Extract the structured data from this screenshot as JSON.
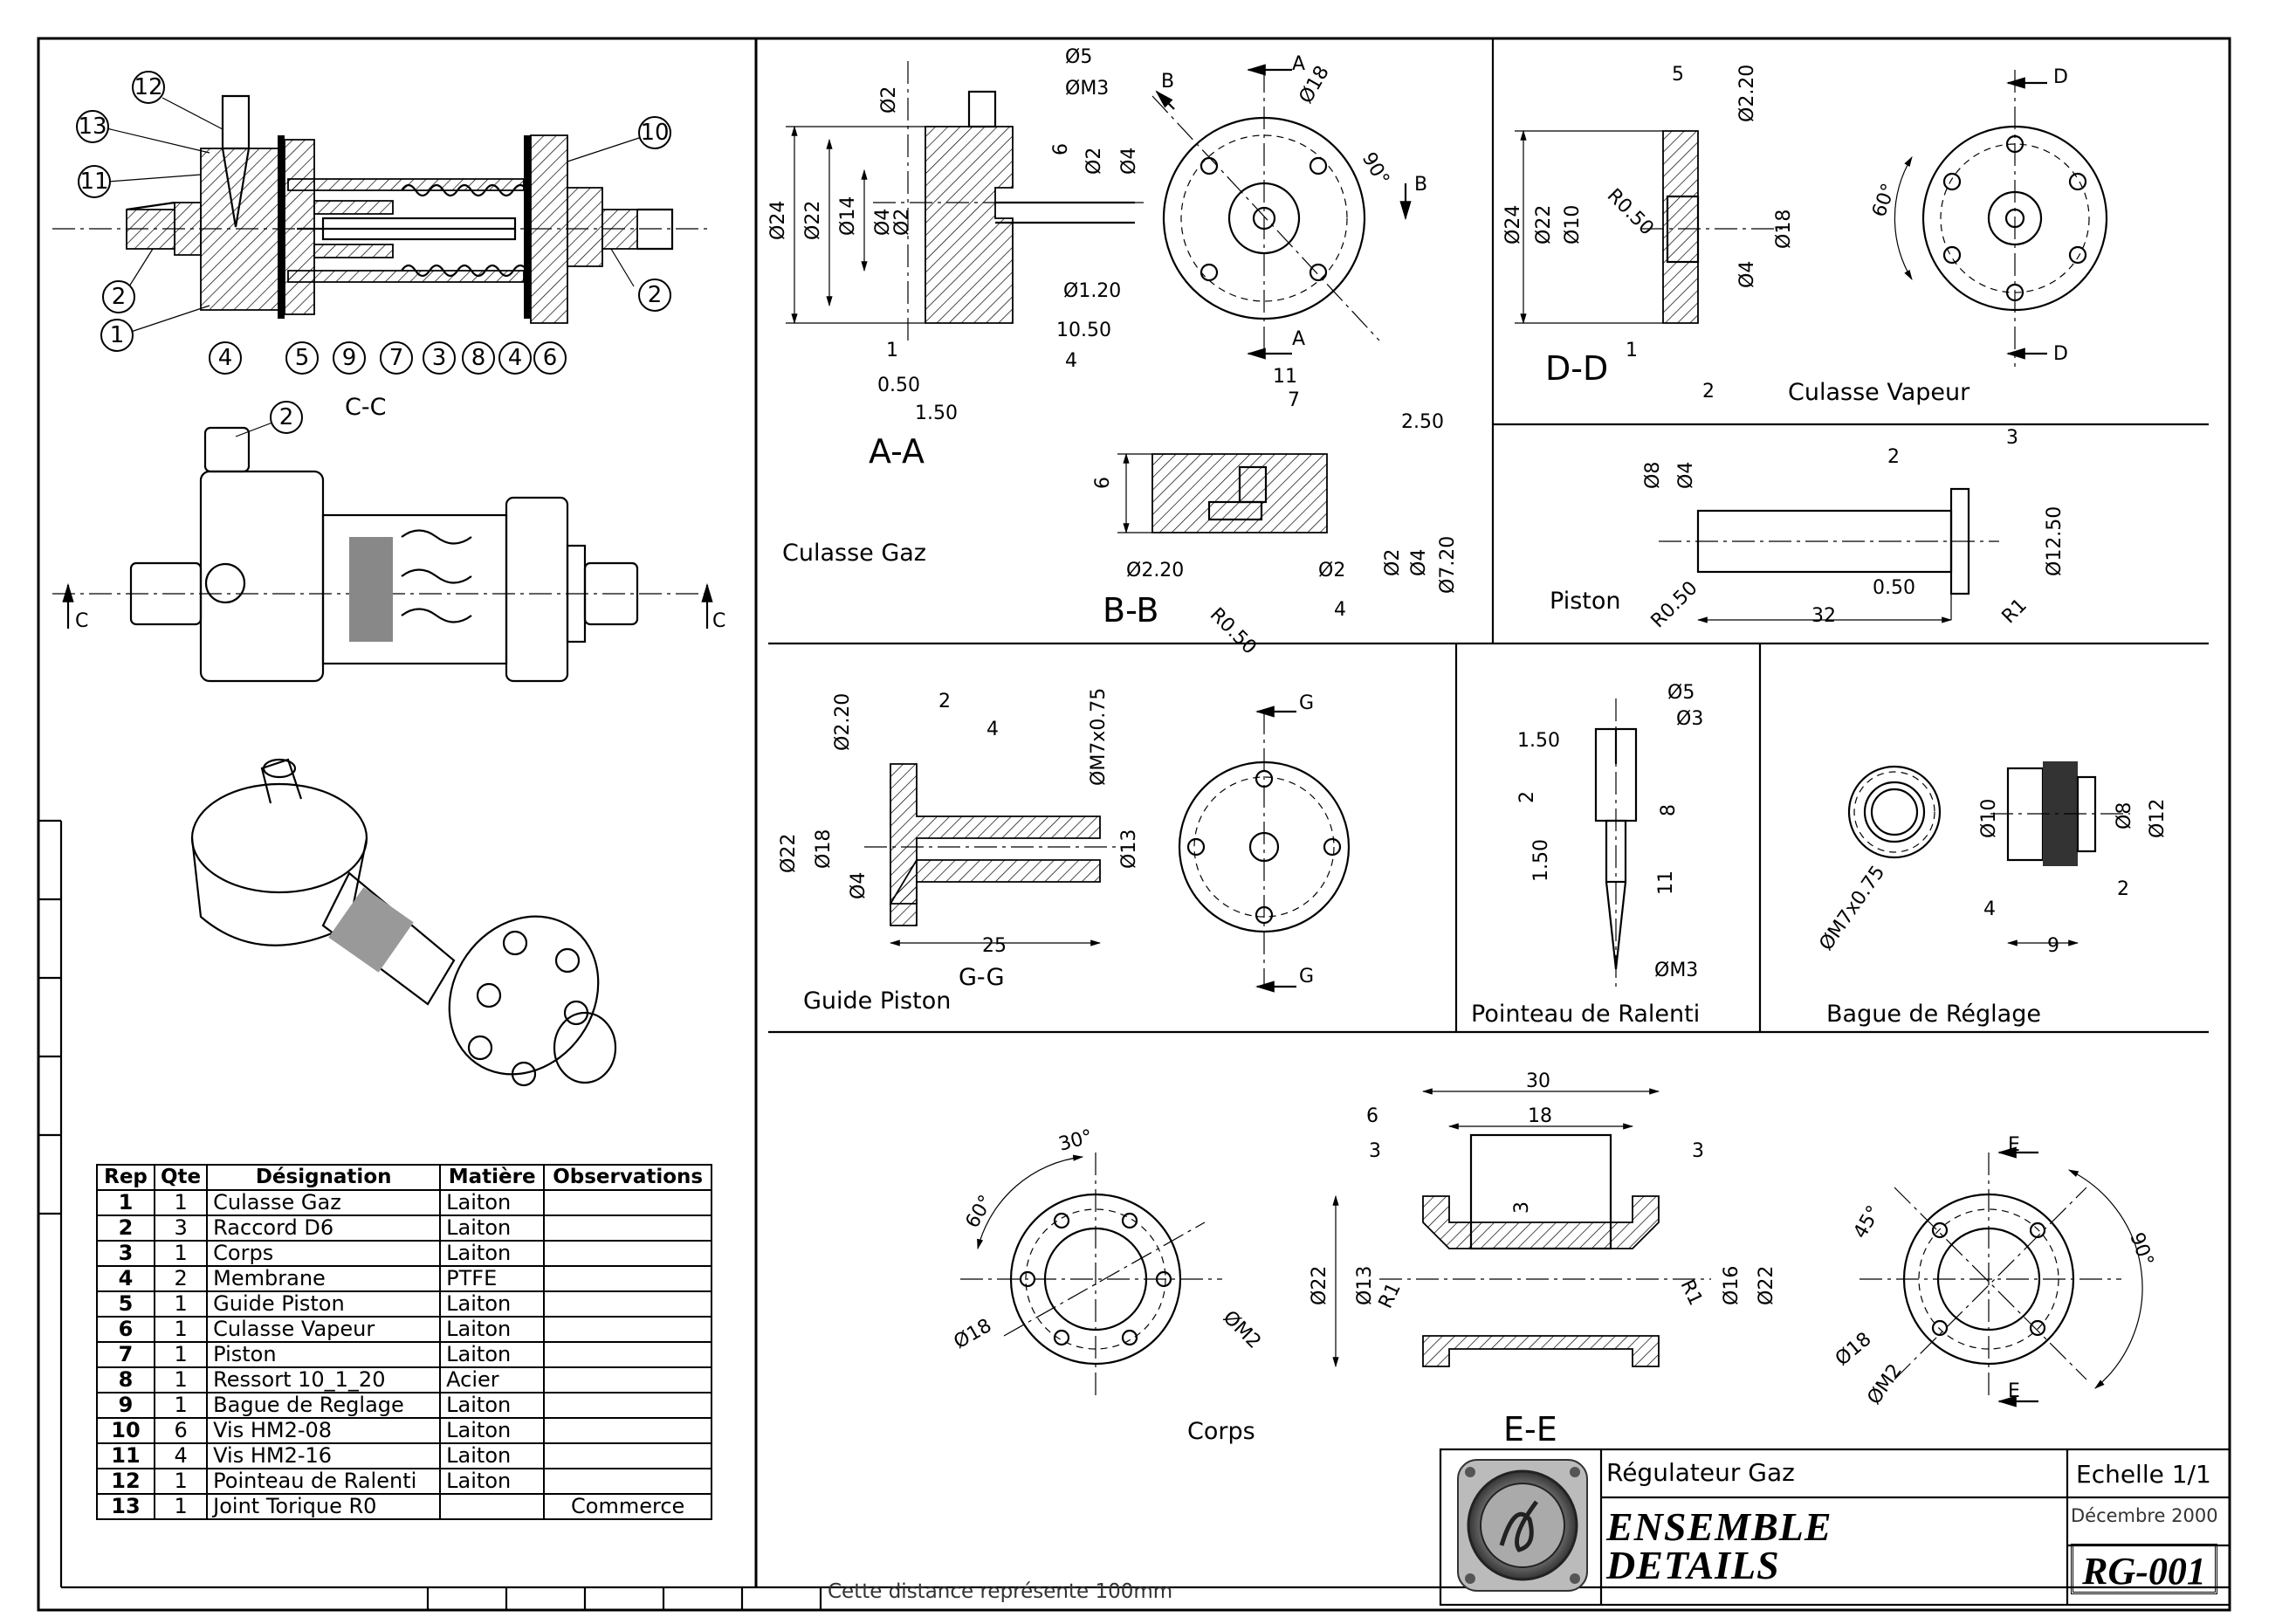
{
  "sheet": {
    "scale_note": "Cette distance représente 100mm"
  },
  "views": {
    "assembly_section": "C-C",
    "culasse_gaz": {
      "label": "Culasse Gaz",
      "section_aa": "A-A",
      "section_bb": "B-B"
    },
    "culasse_vapeur": {
      "label": "Culasse Vapeur",
      "section_dd": "D-D"
    },
    "piston": {
      "label": "Piston"
    },
    "guide_piston": {
      "label": "Guide Piston",
      "section_gg": "G-G"
    },
    "pointeau": {
      "label": "Pointeau de Ralenti"
    },
    "bague": {
      "label": "Bague de Réglage"
    },
    "corps": {
      "label": "Corps",
      "section_ee": "E-E"
    }
  },
  "section_marks": {
    "a": "A",
    "b": "B",
    "c": "C",
    "d": "D",
    "e": "E",
    "g": "G"
  },
  "balloons": [
    "12",
    "13",
    "11",
    "2",
    "1",
    "4",
    "5",
    "9",
    "7",
    "3",
    "8",
    "4",
    "6",
    "2",
    "10",
    "2"
  ],
  "dimensions": {
    "gaz_aa": [
      "Ø5",
      "ØM3",
      "Ø2",
      "6",
      "Ø2",
      "Ø4",
      "Ø24",
      "Ø22",
      "Ø14",
      "Ø4",
      "Ø2",
      "Ø1.20",
      "10.50",
      "1",
      "4",
      "0.50",
      "1.50"
    ],
    "gaz_front": [
      "Ø18",
      "90°"
    ],
    "gaz_bb": [
      "11",
      "7",
      "2.50",
      "6",
      "Ø2.20",
      "R0.50",
      "Ø2",
      "4",
      "Ø2",
      "Ø4",
      "Ø7.20"
    ],
    "vapeur_dd": [
      "5",
      "Ø2.20",
      "Ø24",
      "Ø22",
      "Ø10",
      "R0.50",
      "Ø18",
      "Ø4",
      "1",
      "2"
    ],
    "vapeur_front": [
      "60°"
    ],
    "piston": [
      "Ø8",
      "Ø4",
      "2",
      "3",
      "Ø12.50",
      "R0.50",
      "0.50",
      "32",
      "R1"
    ],
    "guide": [
      "Ø2.20",
      "2",
      "4",
      "ØM7x0.75",
      "Ø22",
      "Ø18",
      "Ø4",
      "Ø13",
      "25"
    ],
    "pointeau": [
      "Ø5",
      "Ø3",
      "1.50",
      "2",
      "8",
      "1.50",
      "11",
      "ØM3"
    ],
    "bague": [
      "ØM7x0.75",
      "Ø10",
      "Ø8",
      "Ø12",
      "4",
      "2",
      "9"
    ],
    "corps_left": [
      "30°",
      "60°",
      "Ø18",
      "ØM2"
    ],
    "corps_ee": [
      "30",
      "6",
      "18",
      "3",
      "3",
      "3",
      "Ø22",
      "Ø13",
      "R1",
      "R1",
      "Ø16",
      "Ø22"
    ],
    "corps_right": [
      "45°",
      "90°",
      "Ø18",
      "ØM2"
    ]
  },
  "parts_table": {
    "headers": [
      "Rep",
      "Qte",
      "Désignation",
      "Matière",
      "Observations"
    ],
    "rows": [
      {
        "rep": "1",
        "qte": "1",
        "designation": "Culasse Gaz",
        "matiere": "Laiton",
        "obs": ""
      },
      {
        "rep": "2",
        "qte": "3",
        "designation": "Raccord D6",
        "matiere": "Laiton",
        "obs": ""
      },
      {
        "rep": "3",
        "qte": "1",
        "designation": "Corps",
        "matiere": "Laiton",
        "obs": ""
      },
      {
        "rep": "4",
        "qte": "2",
        "designation": "Membrane",
        "matiere": "PTFE",
        "obs": ""
      },
      {
        "rep": "5",
        "qte": "1",
        "designation": "Guide Piston",
        "matiere": "Laiton",
        "obs": ""
      },
      {
        "rep": "6",
        "qte": "1",
        "designation": "Culasse Vapeur",
        "matiere": "Laiton",
        "obs": ""
      },
      {
        "rep": "7",
        "qte": "1",
        "designation": "Piston",
        "matiere": "Laiton",
        "obs": ""
      },
      {
        "rep": "8",
        "qte": "1",
        "designation": "Ressort 10_1_20",
        "matiere": "Acier",
        "obs": ""
      },
      {
        "rep": "9",
        "qte": "1",
        "designation": "Bague de Reglage",
        "matiere": "Laiton",
        "obs": ""
      },
      {
        "rep": "10",
        "qte": "6",
        "designation": "Vis HM2-08",
        "matiere": "Laiton",
        "obs": ""
      },
      {
        "rep": "11",
        "qte": "4",
        "designation": "Vis HM2-16",
        "matiere": "Laiton",
        "obs": ""
      },
      {
        "rep": "12",
        "qte": "1",
        "designation": "Pointeau de Ralenti",
        "matiere": "Laiton",
        "obs": ""
      },
      {
        "rep": "13",
        "qte": "1",
        "designation": "Joint Torique R0",
        "matiere": "",
        "obs": "Commerce"
      }
    ]
  },
  "title_block": {
    "project": "Régulateur Gaz",
    "title_line1": "ENSEMBLE",
    "title_line2": "DETAILS",
    "scale": "Echelle 1/1",
    "date": "Décembre 2000",
    "reference": "RG-001"
  }
}
